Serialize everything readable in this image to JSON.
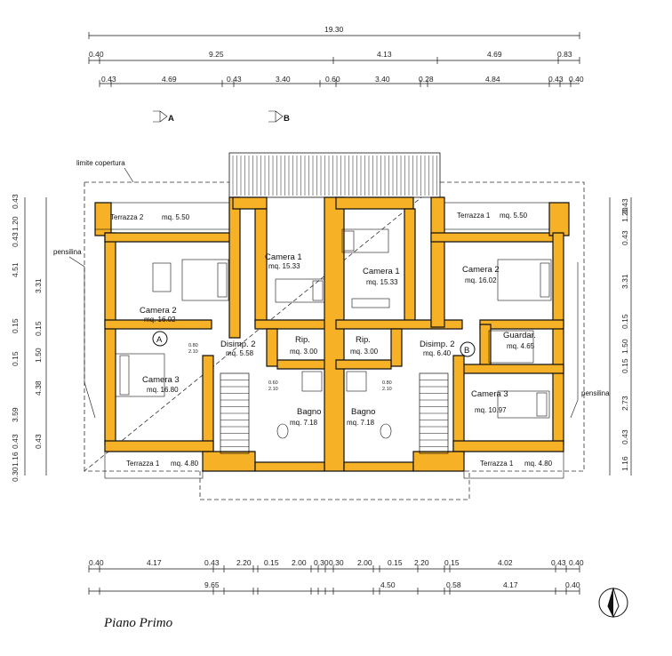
{
  "title": "Piano Primo",
  "top_dims": {
    "overall": "19.30",
    "row2": [
      "0.40",
      "9.25",
      "4.13",
      "4.69",
      "0.83"
    ],
    "row3": [
      "0.43",
      "4.69",
      "0.43",
      "3.40",
      "0.60",
      "3.40",
      "0.28",
      "4.84",
      "0.43",
      "0.40"
    ]
  },
  "bottom_dims": {
    "row1": [
      "0.40",
      "4.17",
      "0.43",
      "2.20",
      "0.15",
      "2.00",
      "0.30",
      "0.30",
      "2.00",
      "0.15",
      "2.20",
      "0.15",
      "4.02",
      "0.43",
      "0.40"
    ],
    "row2": [
      "9.65",
      "4.50",
      "0.58",
      "4.17",
      "0.40"
    ]
  },
  "left_dims": [
    "0.43",
    "1.20",
    "0.43",
    "4.51",
    "0.15",
    "0.15",
    "3.59",
    "0.43",
    "1.16",
    "0.30"
  ],
  "left_dims_inner": [
    "3.31",
    "0.15",
    "1.50",
    "4.38",
    "0.43"
  ],
  "right_dims": [
    "0.43",
    "1.20",
    "0.43",
    "3.31",
    "0.15",
    "1.50",
    "0.15",
    "2.73",
    "0.43",
    "1.16"
  ],
  "sections": [
    "A",
    "B"
  ],
  "annotations": {
    "limite": "limite copertura",
    "pensilina_left": "pensilina",
    "pensilina_right": "pensilina",
    "circle_a": "A",
    "circle_b": "B"
  },
  "rooms_left": {
    "terrazza2": "Terrazza 2",
    "terrazza2_area": "mq. 5.50",
    "camera1": "Camera 1",
    "camera1_area": "mq. 15.33",
    "camera2": "Camera 2",
    "camera2_area": "mq. 16.02",
    "disimp2": "Disimp. 2",
    "disimp2_area": "mq. 5.58",
    "rip": "Rip.",
    "rip_area": "mq. 3.00",
    "camera3": "Camera 3",
    "camera3_area": "mq. 16.80",
    "bagno": "Bagno",
    "bagno_area": "mq. 7.18",
    "terrazza1": "Terrazza 1",
    "terrazza1_area": "mq. 4.80"
  },
  "rooms_right": {
    "terrazza1_top": "Terrazza 1",
    "terrazza1_top_area": "mq. 5.50",
    "camera1": "Camera 1",
    "camera1_area": "mq. 15.33",
    "camera2": "Camera 2",
    "camera2_area": "mq. 16.02",
    "guardar": "Guardar.",
    "guardar_area": "mq. 4.65",
    "disimp2": "Disimp. 2",
    "disimp2_area": "mq. 6.40",
    "rip": "Rip.",
    "rip_area": "mq. 3.00",
    "camera3": "Camera 3",
    "camera3_area": "mq. 10.97",
    "bagno": "Bagno",
    "bagno_area": "mq. 7.18",
    "terrazza1": "Terrazza 1",
    "terrazza1_area": "mq. 4.80"
  },
  "door_labels": [
    "0.80",
    "2.10",
    "0.60",
    "2.10",
    "0.80",
    "2.10"
  ],
  "north_icon": "compass-north-icon"
}
